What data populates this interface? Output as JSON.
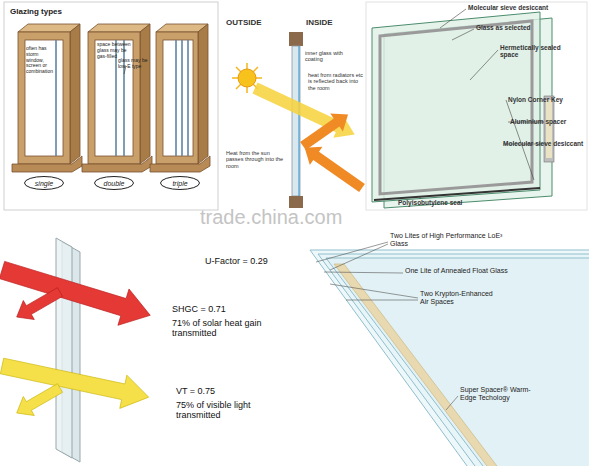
{
  "diagram": {
    "nodes": [
      {
        "text": [
          "single"
        ]
      },
      {
        "text": [
          "double"
        ]
      },
      {
        "text": [
          "triple"
        ]
      }
    ],
    "labels": [
      "Glazing types",
      "often has storm window, screen or combination",
      "space between glass may be gas-filled",
      "glass may be low-E type",
      "OUTSIDE",
      "INSIDE",
      "inner glass with coating",
      "Heat from the sun passes through into the room",
      "heat from radiators etc is reflected back into the room",
      "Molecular sieve desiccant",
      "Glass as selected",
      "Hermetically sealed space",
      "Nylon Corner Key",
      "Aluminium spacer",
      "Molecular sieve desiccant",
      "Polyisobutylene seal",
      "trade.china.com",
      "U-Factor = 0.29",
      "SHGC = 0.71",
      "71% of solar heat gain transmitted",
      "VT = 0.75",
      "75% of visible light transmitted",
      "Two Lites of High Performance LoE³ Glass",
      "One Lite of Annealed Float Glass",
      "Two Krypton-Enhanced Air Spaces",
      "Super Spacer® Warm-Edge Techology"
    ]
  }
}
